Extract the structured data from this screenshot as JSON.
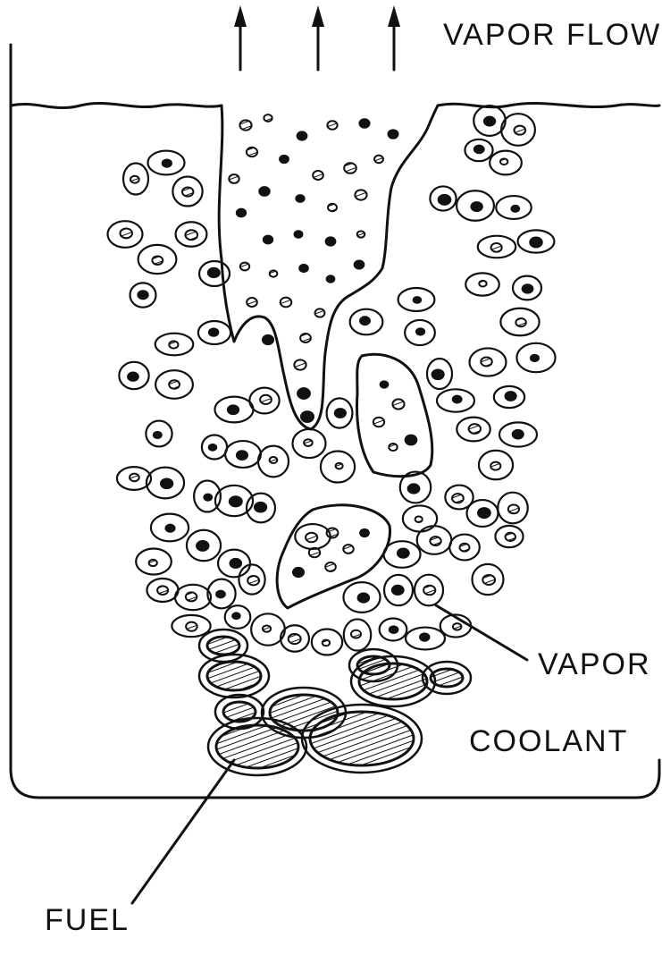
{
  "labels": {
    "vapor_flow": "VAPOR FLOW",
    "vapor": "VAPOR",
    "coolant": "COOLANT",
    "fuel": "FUEL"
  },
  "colors": {
    "ink": "#111111",
    "background": "#ffffff"
  },
  "icons": [
    "up-arrow-icon"
  ]
}
